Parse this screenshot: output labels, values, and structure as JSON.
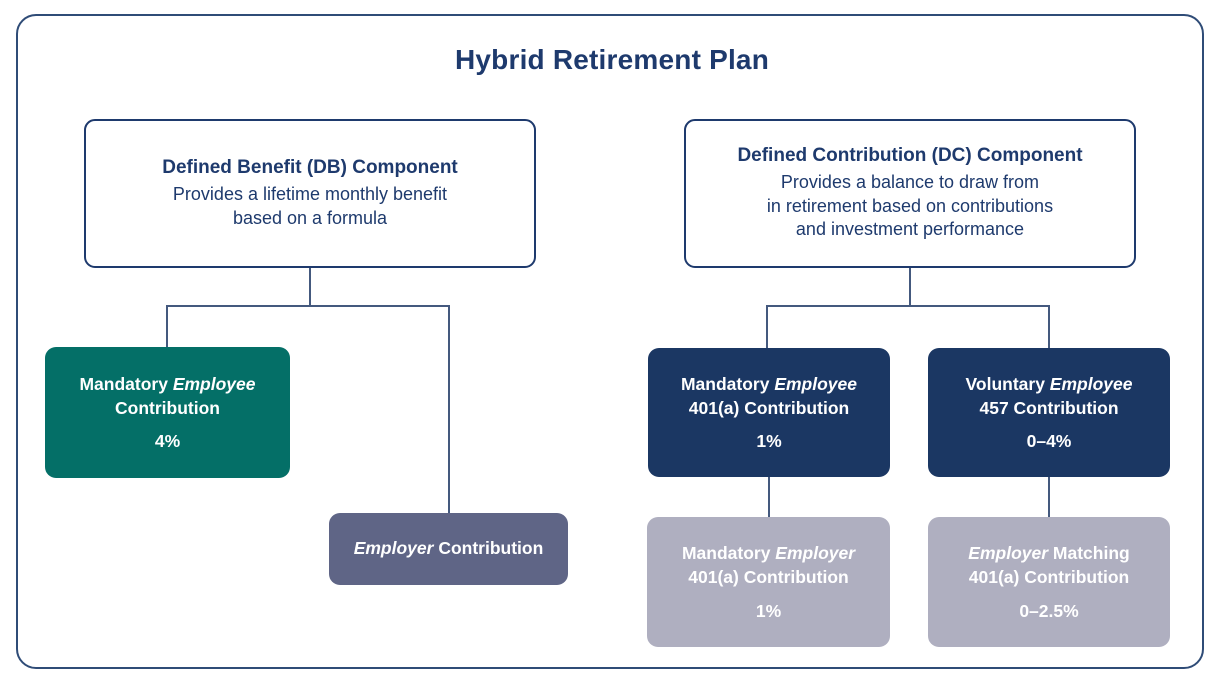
{
  "title": "Hybrid Retirement Plan",
  "colors": {
    "navy_text": "#1E3A6D",
    "outer_border": "#2F4C77",
    "connector": "#44597E",
    "teal_fill": "#046F67",
    "navy_fill": "#1B3763",
    "slate_fill": "#5F6586",
    "gray_fill": "#AFAFC0",
    "leaf_text": "#FFFFFF"
  },
  "db_branch": {
    "component": {
      "title": "Defined Benefit (DB) Component",
      "desc_line1": "Provides a lifetime monthly benefit",
      "desc_line2": "based on a formula"
    },
    "employee_box": {
      "pre": "Mandatory ",
      "em": "Employee",
      "post": "",
      "line2": "Contribution",
      "value": "4%"
    },
    "employer_box": {
      "pre": "",
      "em": "Employer",
      "post": " Contribution"
    }
  },
  "dc_branch": {
    "component": {
      "title": "Defined Contribution (DC) Component",
      "desc_line1": "Provides a balance to draw from",
      "desc_line2": "in retirement based on contributions",
      "desc_line3": "and investment performance"
    },
    "employee_401a_box": {
      "pre": "Mandatory ",
      "em": "Employee",
      "post": "",
      "line2": "401(a) Contribution",
      "value": "1%"
    },
    "employee_457_box": {
      "pre": "Voluntary ",
      "em": "Employee",
      "post": "",
      "line2": "457 Contribution",
      "value": "0–4%"
    },
    "employer_401a_box": {
      "pre": "Mandatory ",
      "em": "Employer",
      "post": "",
      "line2": "401(a) Contribution",
      "value": "1%"
    },
    "employer_match_box": {
      "pre": "",
      "em": "Employer",
      "post": " Matching",
      "line2": "401(a) Contribution",
      "value": "0–2.5%"
    }
  }
}
